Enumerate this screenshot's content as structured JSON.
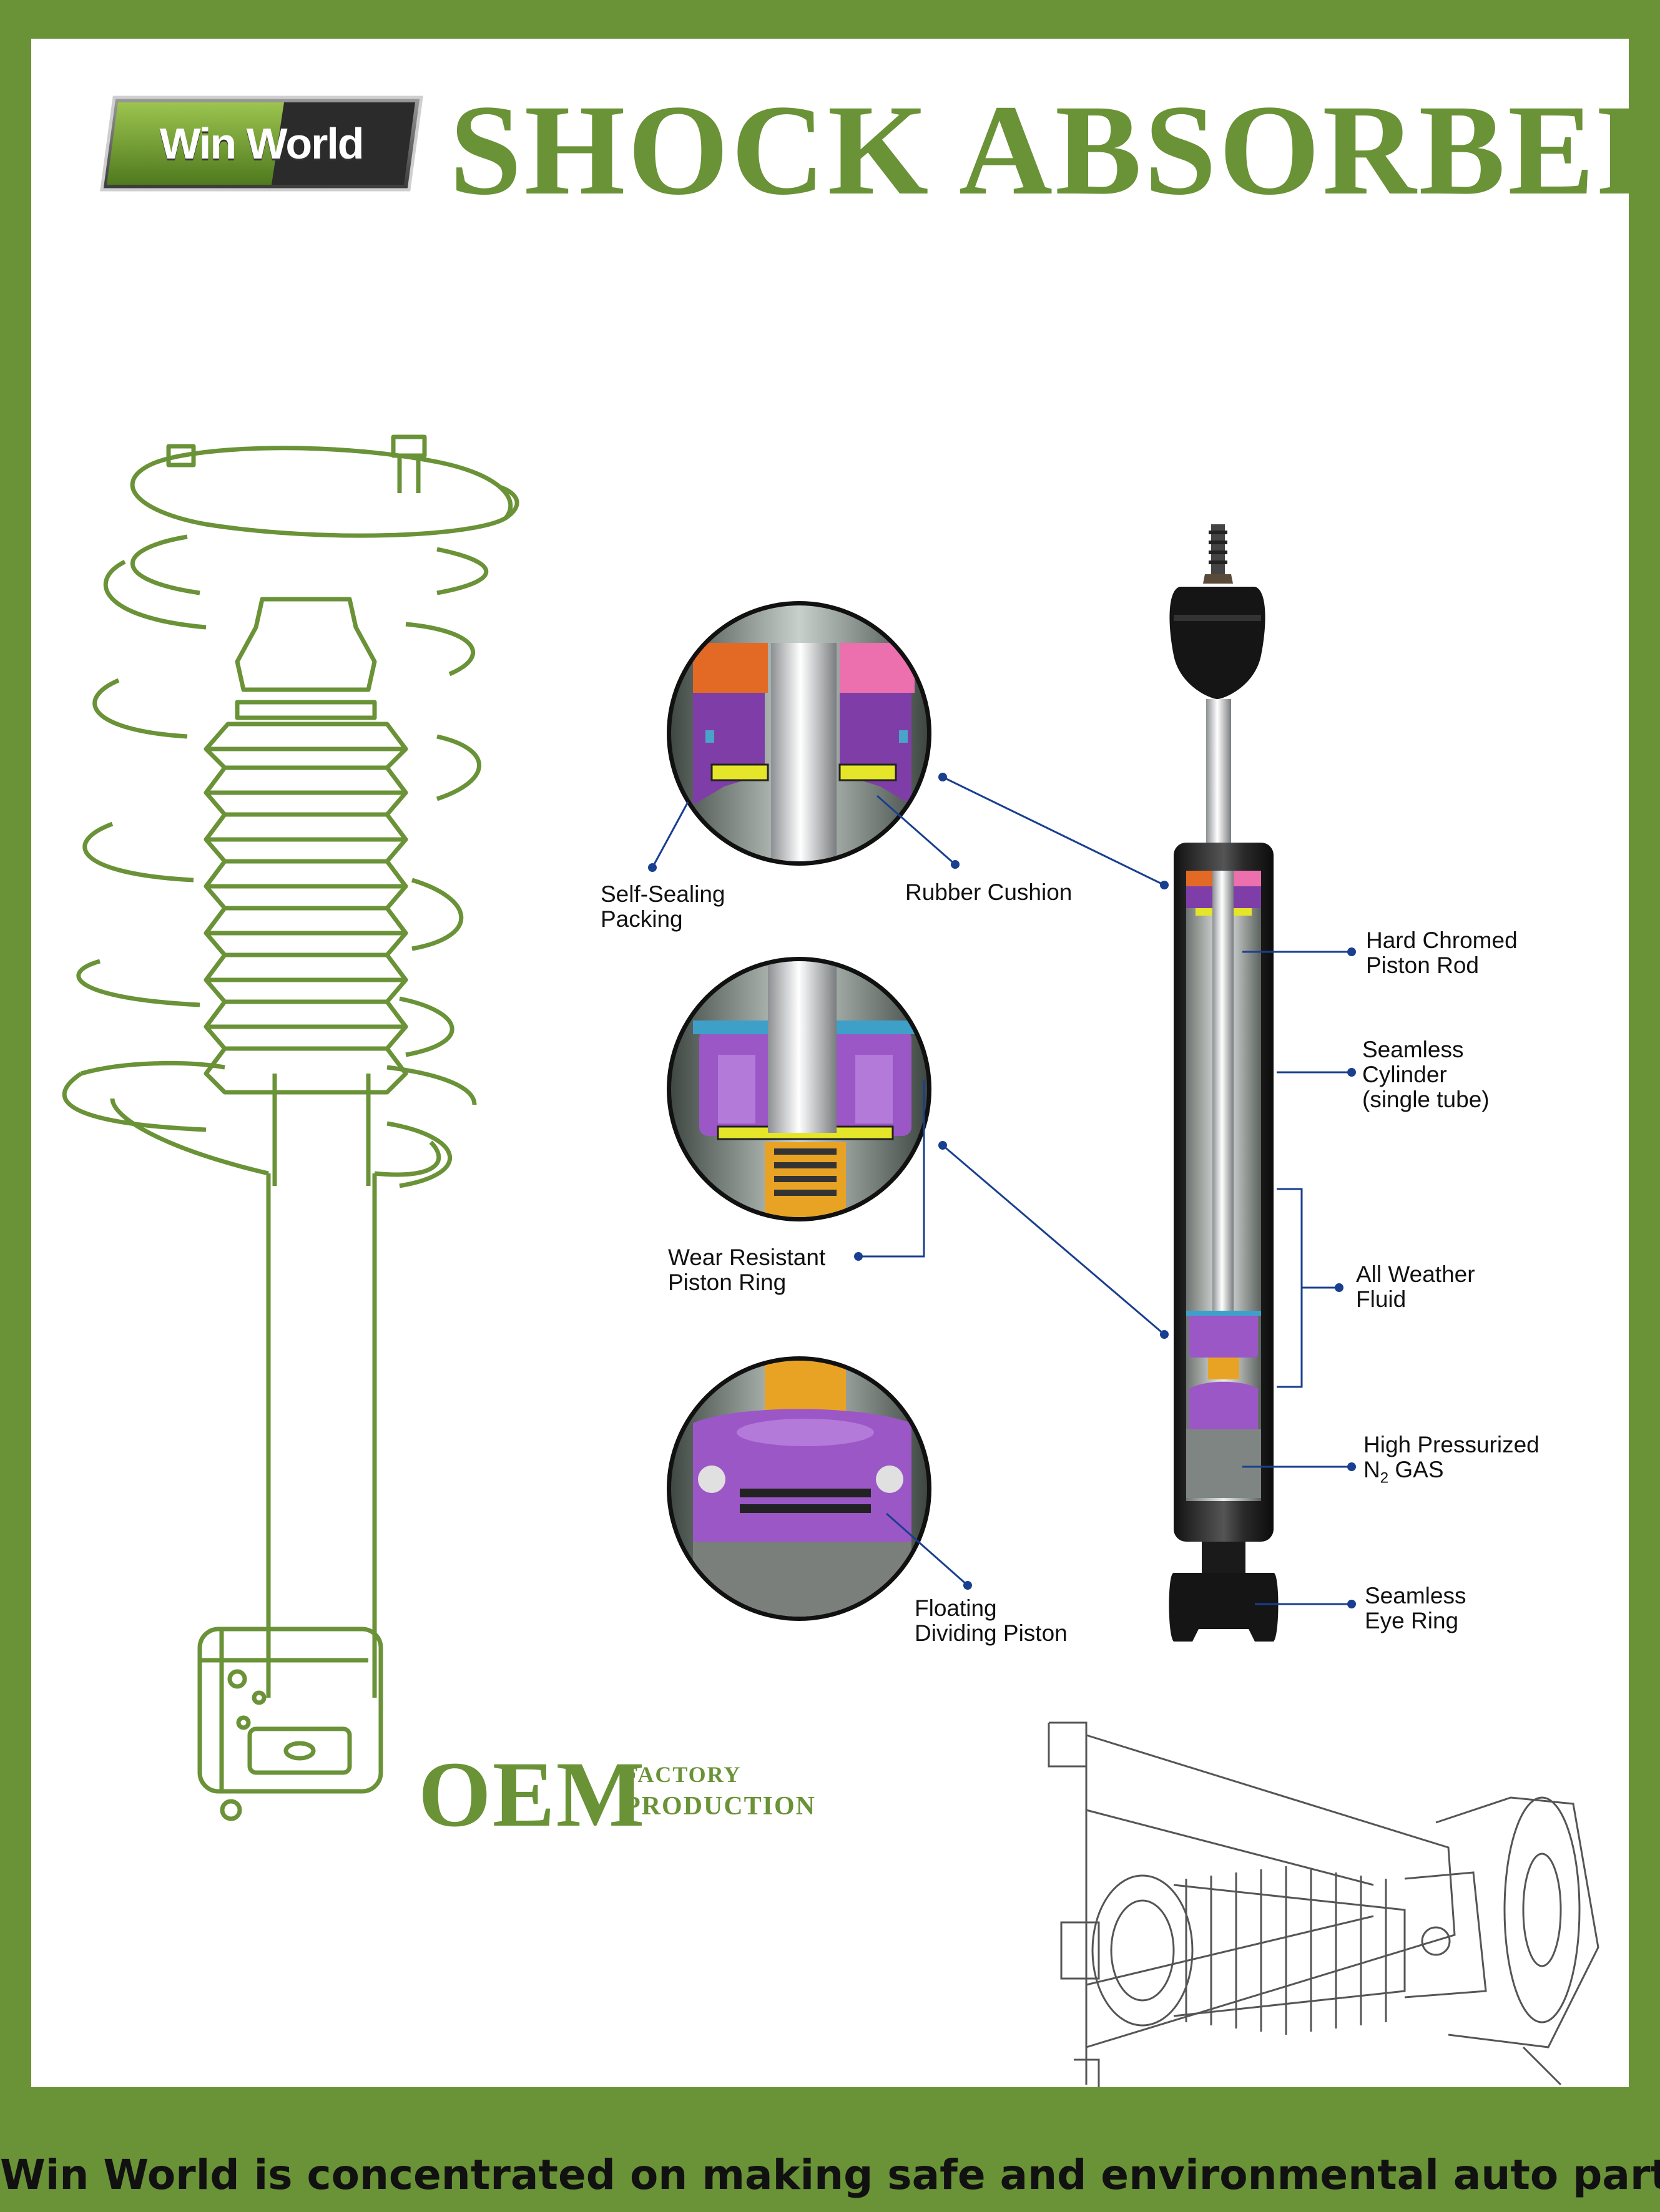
{
  "brand": {
    "logo_text": "Win World"
  },
  "header": {
    "title": "SHOCK  ABSORBER"
  },
  "labels": {
    "self_sealing_1": "Self-Sealing",
    "self_sealing_2": "Packing",
    "rubber_cushion": "Rubber Cushion",
    "hard_chromed_1": "Hard Chromed",
    "hard_chromed_2": "Piston Rod",
    "seamless_cyl_1": "Seamless",
    "seamless_cyl_2": "Cylinder",
    "seamless_cyl_3": "(single tube)",
    "wear_1": "Wear Resistant",
    "wear_2": "Piston Ring",
    "weather_1": "All Weather",
    "weather_2": "Fluid",
    "gas_1": "High Pressurized",
    "gas_2_pre": "N",
    "gas_2_sub": "2",
    "gas_2_post": " GAS",
    "floating_1": "Floating",
    "floating_2": "Dividing Piston",
    "eye_1": "Seamless",
    "eye_2": "Eye Ring"
  },
  "oem": {
    "big": "OEM",
    "line1": "FACTORY",
    "line2": "PRODUCTION"
  },
  "footer": {
    "text": "Win World is concentrated on making safe and environmental auto parts"
  },
  "colors": {
    "brand_green": "#6a9237",
    "leader_blue": "#1a3f8f",
    "dark": "#1c1c1c"
  }
}
